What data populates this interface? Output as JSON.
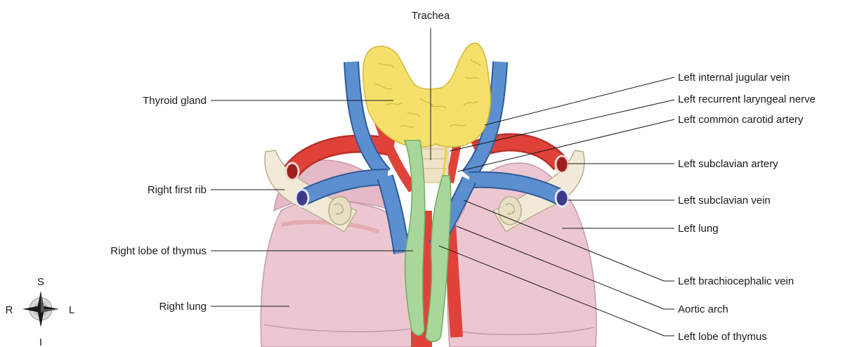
{
  "labels": {
    "trachea": "Trachea",
    "thyroid_gland": "Thyroid gland",
    "right_first_rib": "Right first rib",
    "right_lobe_thymus": "Right lobe of thymus",
    "right_lung": "Right lung",
    "left_internal_jugular_vein": "Left internal jugular vein",
    "left_recurrent_laryngeal_nerve": "Left recurrent laryngeal nerve",
    "left_common_carotid_artery": "Left common carotid artery",
    "left_subclavian_artery": "Left subclavian artery",
    "left_subclavian_vein": "Left subclavian vein",
    "left_lung": "Left lung",
    "left_brachiocephalic_vein": "Left brachiocephalic vein",
    "aortic_arch": "Aortic arch",
    "left_lobe_thymus": "Left lobe of thymus"
  },
  "compass": {
    "superior": "S",
    "inferior": "I",
    "right": "R",
    "left": "L"
  },
  "colors": {
    "vein": "#5b8fcf",
    "artery": "#e0423a",
    "thyroid": "#f4e06a",
    "thymus": "#a9d69a",
    "lung": "#ecc7d2",
    "rib": "#f1ead8",
    "trachea": "#f0e2c4"
  }
}
